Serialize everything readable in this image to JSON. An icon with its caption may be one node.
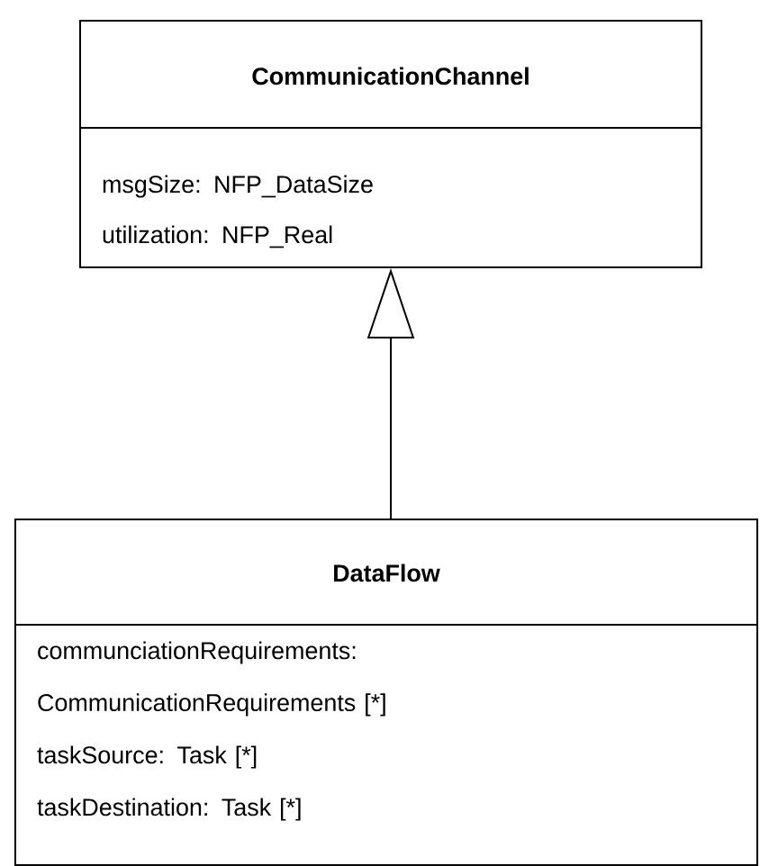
{
  "diagram": {
    "nodes": [
      {
        "text": [
          "CommunicationChannel",
          "msgSize: NFP_DataSize",
          "utilization: NFP_Real"
        ]
      },
      {
        "text": [
          "DataFlow",
          "communciationRequirements: CommunicationRequirements [*]",
          "taskSource: Task [*]",
          "taskDestination: Task [*]"
        ]
      }
    ],
    "edges": [
      {
        "from": 1,
        "to": 0,
        "arrow": "to"
      }
    ]
  }
}
